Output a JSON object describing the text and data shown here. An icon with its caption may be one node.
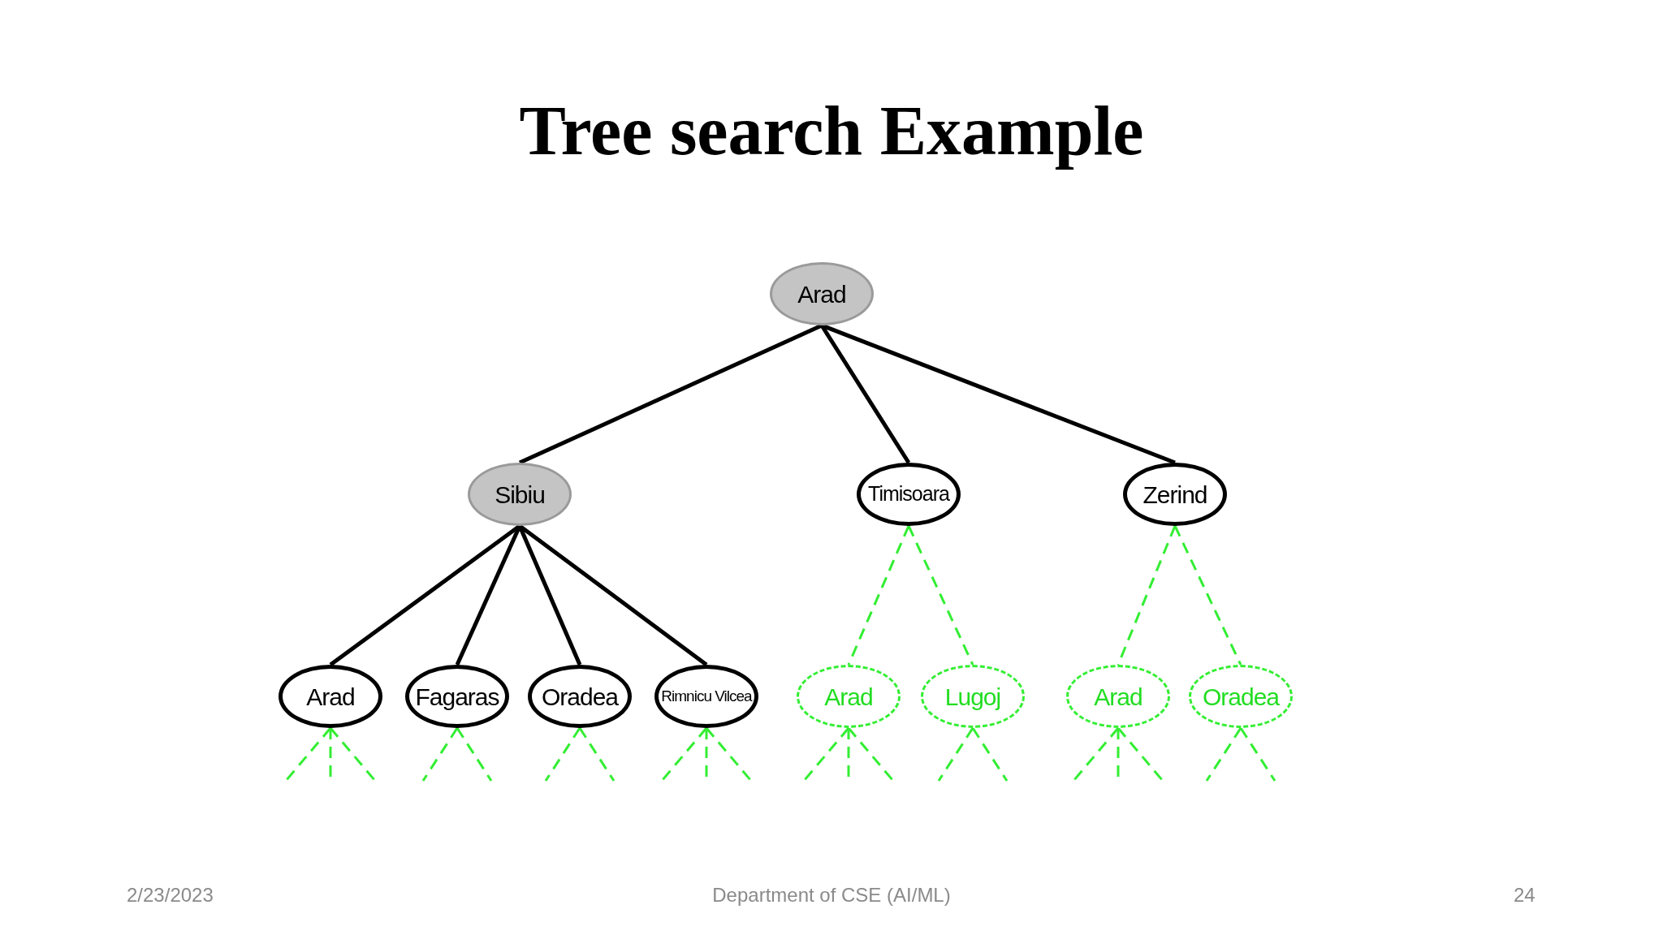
{
  "diagram": {
    "title": "Tree search Example",
    "nodes": [
      {
        "text": [
          "Arad"
        ]
      },
      {
        "text": [
          "Sibiu"
        ]
      },
      {
        "text": [
          "Timisoara"
        ]
      },
      {
        "text": [
          "Zerind"
        ]
      },
      {
        "text": [
          "Arad"
        ]
      },
      {
        "text": [
          "Fagaras"
        ]
      },
      {
        "text": [
          "Oradea"
        ]
      },
      {
        "text": [
          "Rimnicu Vilcea"
        ]
      },
      {
        "text": [
          "Arad"
        ]
      },
      {
        "text": [
          "Lugoj"
        ]
      },
      {
        "text": [
          "Arad"
        ]
      },
      {
        "text": [
          "Oradea"
        ]
      }
    ],
    "edges": [
      {
        "from": 0,
        "to": 1,
        "arrow": "none",
        "color": "#000000"
      },
      {
        "from": 0,
        "to": 2,
        "arrow": "none",
        "color": "#000000"
      },
      {
        "from": 0,
        "to": 3,
        "arrow": "none",
        "color": "#000000"
      },
      {
        "from": 1,
        "to": 4,
        "arrow": "none",
        "color": "#000000"
      },
      {
        "from": 1,
        "to": 5,
        "arrow": "none",
        "color": "#000000"
      },
      {
        "from": 1,
        "to": 6,
        "arrow": "none",
        "color": "#000000"
      },
      {
        "from": 1,
        "to": 7,
        "arrow": "none",
        "color": "#000000"
      },
      {
        "from": 2,
        "to": 8,
        "arrow": "none",
        "style": "dashed"
      },
      {
        "from": 2,
        "to": 9,
        "arrow": "none",
        "style": "dashed"
      },
      {
        "from": 3,
        "to": 10,
        "arrow": "none",
        "style": "dashed"
      },
      {
        "from": 3,
        "to": 11,
        "arrow": "none",
        "style": "dashed"
      },
      {
        "from": 4,
        "to": null,
        "arrow": "none",
        "style": "dashed"
      },
      {
        "from": 4,
        "to": null,
        "arrow": "none",
        "style": "dashed"
      },
      {
        "from": 4,
        "to": null,
        "arrow": "none",
        "style": "dashed"
      },
      {
        "from": 5,
        "to": null,
        "arrow": "none",
        "style": "dashed"
      },
      {
        "from": 5,
        "to": null,
        "arrow": "none",
        "style": "dashed"
      },
      {
        "from": 6,
        "to": null,
        "arrow": "none",
        "style": "dashed"
      },
      {
        "from": 6,
        "to": null,
        "arrow": "none",
        "style": "dashed"
      },
      {
        "from": 7,
        "to": null,
        "arrow": "none",
        "style": "dashed"
      },
      {
        "from": 7,
        "to": null,
        "arrow": "none",
        "style": "dashed"
      },
      {
        "from": 7,
        "to": null,
        "arrow": "none",
        "style": "dashed"
      },
      {
        "from": 8,
        "to": null,
        "arrow": "none",
        "style": "dashed"
      },
      {
        "from": 8,
        "to": null,
        "arrow": "none",
        "style": "dashed"
      },
      {
        "from": 8,
        "to": null,
        "arrow": "none",
        "style": "dashed"
      },
      {
        "from": 9,
        "to": null,
        "arrow": "none",
        "style": "dashed"
      },
      {
        "from": 9,
        "to": null,
        "arrow": "none",
        "style": "dashed"
      },
      {
        "from": 10,
        "to": null,
        "arrow": "none",
        "style": "dashed"
      },
      {
        "from": 10,
        "to": null,
        "arrow": "none",
        "style": "dashed"
      },
      {
        "from": 10,
        "to": null,
        "arrow": "none",
        "style": "dashed"
      },
      {
        "from": 11,
        "to": null,
        "arrow": "none",
        "style": "dashed"
      },
      {
        "from": 11,
        "to": null,
        "arrow": "none",
        "style": "dashed"
      }
    ],
    "labels": [
      "2/23/2023",
      "Department of CSE (AI/ML)",
      "24"
    ]
  }
}
